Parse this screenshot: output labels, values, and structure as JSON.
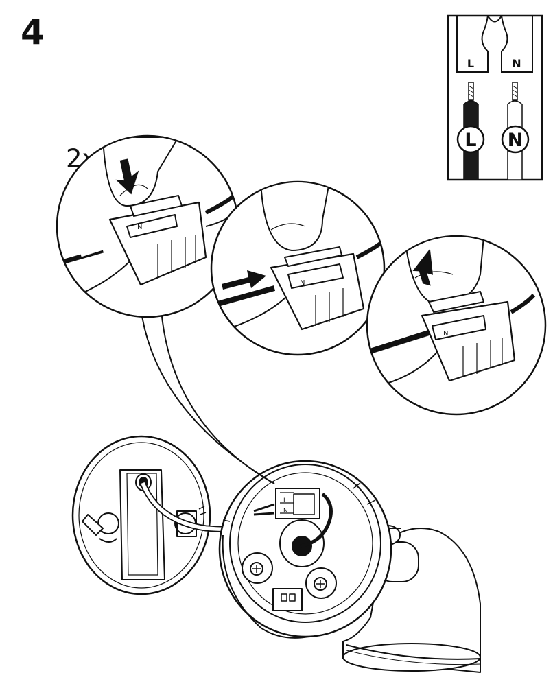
{
  "step": {
    "number": "4"
  },
  "callout": {
    "repeat_count": "2x"
  },
  "wiring_legend": {
    "terminals": [
      {
        "label": "L",
        "wire_label": "L",
        "wire_color": "#1a1a1a"
      },
      {
        "label": "N",
        "wire_label": "N",
        "wire_color": "#ffffff"
      }
    ]
  },
  "connector": {
    "terminal_labels": [
      "L",
      "N"
    ]
  },
  "colors": {
    "ink": "#111111",
    "paper": "#ffffff",
    "live_wire": "#1a1a1a",
    "neutral_wire": "#ffffff"
  },
  "icons": [
    "press-down-arrow-icon",
    "push-in-arrow-icon",
    "lift-up-arrow-icon",
    "finger-icon"
  ]
}
